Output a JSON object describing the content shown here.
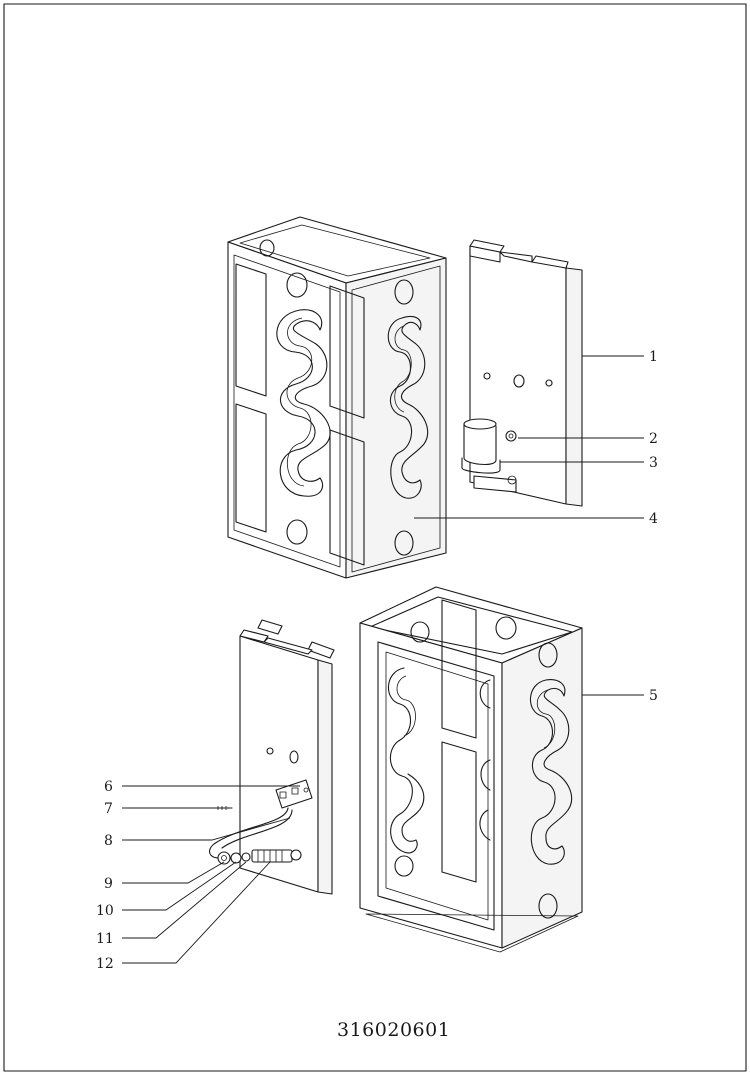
{
  "drawing": {
    "part_number": "316020601",
    "callouts": [
      "1",
      "2",
      "3",
      "4",
      "5",
      "6",
      "7",
      "8",
      "9",
      "10",
      "11",
      "12"
    ]
  },
  "colors": {
    "ink": "#1a1a1a",
    "paper": "#ffffff"
  }
}
